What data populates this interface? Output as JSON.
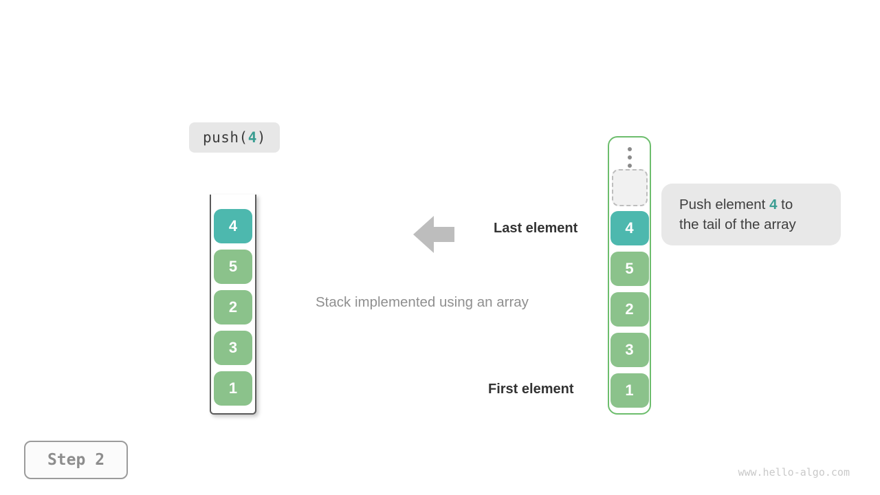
{
  "operation": {
    "prefix": "push(",
    "arg": "4",
    "suffix": ")"
  },
  "stack": {
    "description": "stack drawn as open-top container",
    "values": [
      "4",
      "5",
      "2",
      "3",
      "1"
    ]
  },
  "array": {
    "ellipsis_icon": "vertical-ellipsis",
    "empty_slot": "dashed placeholder slot",
    "values": [
      "4",
      "5",
      "2",
      "3",
      "1"
    ]
  },
  "annotations": {
    "last_element": "Last element",
    "first_element": "First element",
    "caption": "Stack implemented using an array"
  },
  "tooltip": {
    "text_before": "Push element ",
    "highlight": "4",
    "text_after": " to",
    "line2": "the tail of the array"
  },
  "step_label": "Step 2",
  "watermark": "www.hello-algo.com",
  "colors": {
    "teal": "#4db8ae",
    "green": "#8bc28b",
    "teal-text": "#3a9d92",
    "array-border": "#6cbd6c",
    "badge-bg": "#e7e7e7",
    "tooltip-bg": "#e8e8e8",
    "arrow-gray": "#bdbdbd",
    "caption-gray": "#8f8f8f",
    "dark-text": "#333333",
    "step-gray": "#8d8d8d",
    "watermark-gray": "#c9c9c9"
  }
}
